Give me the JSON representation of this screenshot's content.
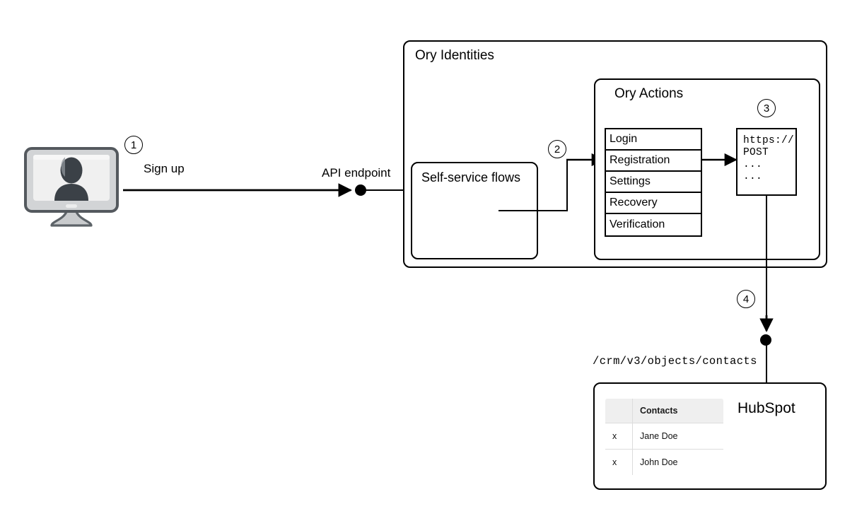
{
  "diagram": {
    "title": "Ory Identities sign-up to HubSpot contact flow",
    "accent_color": "#000000",
    "background_color": "#ffffff"
  },
  "client": {
    "icon_name": "desktop-monitor-user-icon",
    "step_badge": "1",
    "action_label": "Sign up"
  },
  "api": {
    "endpoint_label": "API endpoint",
    "node_icon": "endpoint-dot-icon"
  },
  "ory_identities": {
    "title": "Ory Identities",
    "self_service": {
      "title": "Self-service flows"
    },
    "step_badge": "2",
    "ory_actions": {
      "title": "Ory Actions",
      "flows": [
        {
          "label": "Login"
        },
        {
          "label": "Registration"
        },
        {
          "label": "Settings"
        },
        {
          "label": "Recovery"
        },
        {
          "label": "Verification"
        }
      ],
      "webhook": {
        "step_badge": "3",
        "lines": [
          "https://",
          "POST",
          "...",
          "..."
        ]
      }
    }
  },
  "hubspot": {
    "step_badge": "4",
    "endpoint_path": "/crm/v3/objects/contacts",
    "node_icon": "endpoint-dot-icon",
    "title": "HubSpot",
    "table": {
      "headers": [
        "",
        "Contacts"
      ],
      "rows": [
        {
          "mark": "x",
          "name": "Jane Doe"
        },
        {
          "mark": "x",
          "name": "John Doe"
        }
      ]
    }
  }
}
